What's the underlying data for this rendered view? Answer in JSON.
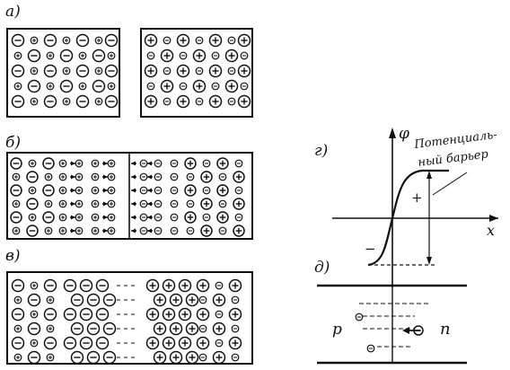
{
  "labels": {
    "panel_a": "а)",
    "panel_b": "б)",
    "panel_v": "в)",
    "panel_g": "г)",
    "panel_d": "д)"
  },
  "graph": {
    "y_axis_symbol": "φ",
    "x_axis_symbol": "x",
    "barrier_label_line1": "Потенциаль-",
    "barrier_label_line2": "ный барьер",
    "plus_sign": "+",
    "minus_sign": "−"
  },
  "band": {
    "left_label": "p",
    "right_label": "n"
  },
  "symbols": {
    "positive": "+",
    "negative": "−"
  }
}
